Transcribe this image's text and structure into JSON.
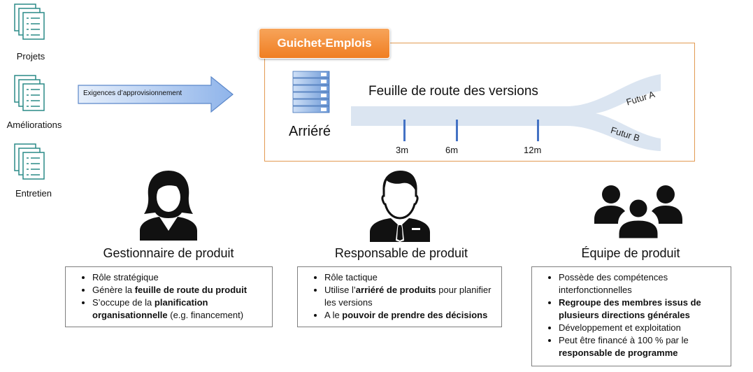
{
  "sources": [
    {
      "label": "Projets"
    },
    {
      "label": "Améliorations"
    },
    {
      "label": "Entretien"
    }
  ],
  "arrow_label": "Exigences d’approvisionnement",
  "guichet_label": "Guichet-Emplois",
  "backlog_label": "Arriéré",
  "roadmap": {
    "title": "Feuille de route des versions",
    "ticks": [
      "3m",
      "6m",
      "12m"
    ],
    "branch_a": "Futur A",
    "branch_b": "Futur B"
  },
  "roles": [
    {
      "title": "Gestionnaire de produit",
      "bullets": [
        {
          "pre": "Rôle stratégique",
          "bold": "",
          "post": ""
        },
        {
          "pre": "Génère la ",
          "bold": "feuille de route du produit",
          "post": ""
        },
        {
          "pre": "S’occupe de la ",
          "bold": "planification organisationnelle",
          "post": " (e.g. financement)"
        }
      ]
    },
    {
      "title": "Responsable de produit",
      "bullets": [
        {
          "pre": "Rôle tactique",
          "bold": "",
          "post": ""
        },
        {
          "pre": "Utilise l’",
          "bold": "arriéré de produits",
          "post": " pour planifier les versions"
        },
        {
          "pre": "A le ",
          "bold": "pouvoir de prendre des décisions",
          "post": ""
        }
      ]
    },
    {
      "title": "Équipe de produit",
      "bullets": [
        {
          "pre": "Possède des compétences interfonctionnelles",
          "bold": "",
          "post": ""
        },
        {
          "pre": "",
          "bold": "Regroupe des membres issus de plusieurs directions générales",
          "post": ""
        },
        {
          "pre": "Développement et exploitation",
          "bold": "",
          "post": ""
        },
        {
          "pre": "Peut être financé à 100 % par le ",
          "bold": "responsable de programme",
          "post": ""
        }
      ]
    }
  ],
  "colors": {
    "accent_orange": "#f07e22",
    "box_border": "#e29a52",
    "arrow_fill": "#a9c7f2",
    "roadmap_band": "#dbe5f1",
    "tick_color": "#4472c4",
    "icon_teal": "#2a8a87"
  }
}
